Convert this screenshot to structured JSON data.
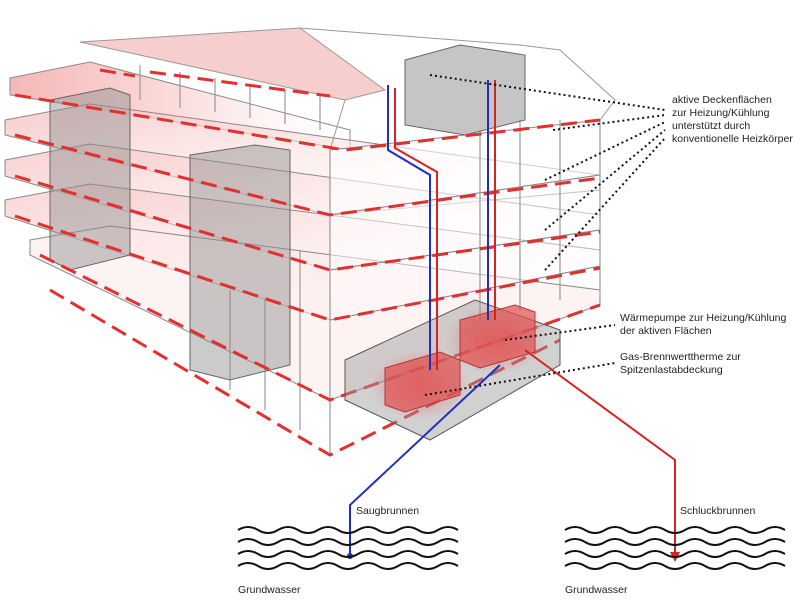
{
  "annotations": {
    "ceiling": {
      "lines": [
        "aktive Deckenflächen",
        "zur Heizung/Kühlung",
        "unterstützt durch",
        "konventionelle Heizkörper"
      ]
    },
    "heat_pump": {
      "lines": [
        "Wärmepumpe zur Heizung/Kühlung",
        "der aktiven Flächen"
      ]
    },
    "gas_boiler": {
      "lines": [
        "Gas-Brennwerttherme zur",
        "Spitzenlastabdeckung"
      ]
    },
    "suction_well": "Saugbrunnen",
    "injection_well": "Schluckbrunnen",
    "groundwater_left": "Grundwasser",
    "groundwater_right": "Grundwasser"
  },
  "colors": {
    "supply_blue": "#1f2fbf",
    "return_red": "#d42424",
    "active_surface_red": "#e03030",
    "building_line": "#888888",
    "equipment_grey": "#8c8c8c",
    "wave_black": "#111111"
  }
}
